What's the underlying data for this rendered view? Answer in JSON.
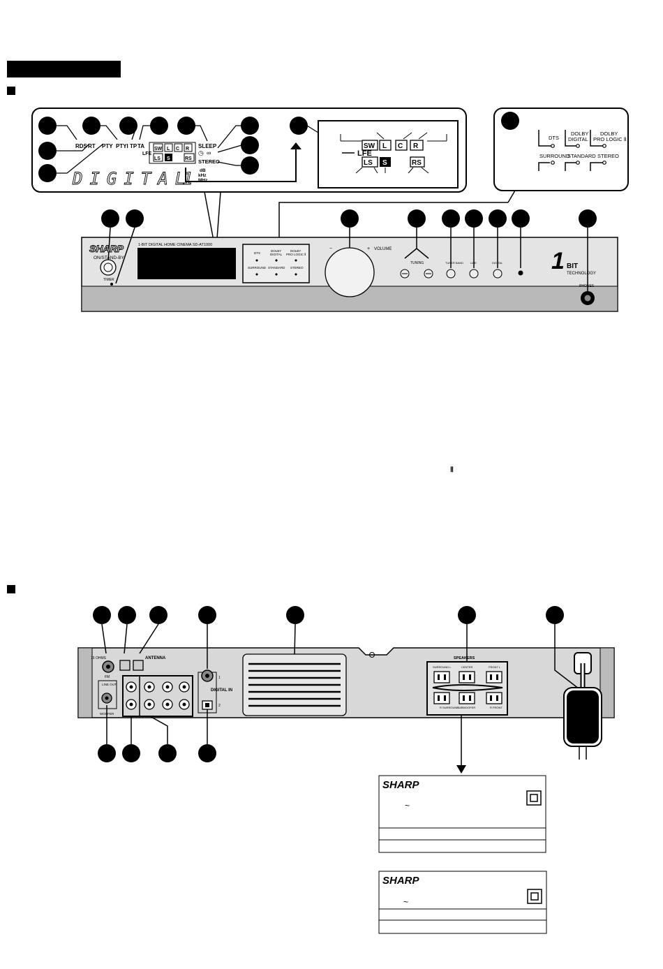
{
  "display": {
    "indicators": {
      "rds": "RDS",
      "rt": "RT",
      "pty": "PTY",
      "pty_i": "PTYI",
      "tp": "TP",
      "ta": "TA",
      "sleep": "SLEEP",
      "stereo": "STEREO",
      "lfe": "LFE",
      "sw": "SW",
      "l": "L",
      "c": "C",
      "r": "R",
      "ls": "LS",
      "s": "S",
      "rs": "RS",
      "db": "dB",
      "khz": "kHz",
      "mhz": "MHz"
    },
    "digits": "DIGITAL",
    "digit_tail": "1"
  },
  "zoom_channels": {
    "lfe": "LFE",
    "sw": "SW",
    "l": "L",
    "c": "C",
    "r": "R",
    "ls": "LS",
    "s": "S",
    "rs": "RS"
  },
  "mode_panel": {
    "row1": [
      "DTS",
      "DOLBY\nDIGITAL",
      "DOLBY\nPRO LOGIC II"
    ],
    "row2": [
      "SURROUND",
      "STANDARD",
      "STEREO"
    ]
  },
  "front_panel": {
    "brand": "SHARP",
    "model_line": "1-BIT DIGITAL HOME CINEMA  SD-AT1000",
    "power_label": "ON/STAND-BY",
    "timer_label": "TIMER",
    "volume_label": "VOLUME",
    "vol_minus": "−",
    "vol_plus": "+",
    "tuning_label": "TUNING",
    "btn_labels": [
      "TUNER BAND",
      "LINE",
      "DIGITAL"
    ],
    "logo_big": "1",
    "logo_bit": "BIT",
    "logo_tech": "TECHNOLOGY",
    "phones_label": "PHONES"
  },
  "rear_panel": {
    "fm_label": "75 OHMS",
    "fm_sub": "FM",
    "antenna_label": "ANTENNA",
    "line_out_label": "LINE OUT",
    "woofer_label": "WOOFER",
    "digital_in_label": "DIGITAL IN",
    "din_1": "1",
    "din_2": "2",
    "speakers_label": "SPEAKERS",
    "spk_top": [
      "SURROUND L",
      "CENTER",
      "FRONT L"
    ],
    "spk_bottom": [
      "R SURROUND",
      "SUBWOOFER",
      "R FRONT"
    ]
  },
  "labels": {
    "label_a": {
      "brand": "SHARP",
      "tilde": "~"
    },
    "label_b": {
      "brand": "SHARP",
      "tilde": "~"
    }
  },
  "misc": {
    "roman_two": "Ⅱ"
  },
  "colors": {
    "panel": "#dcdcdc",
    "panel_dark": "#b4b4b4",
    "ink": "#000000"
  }
}
